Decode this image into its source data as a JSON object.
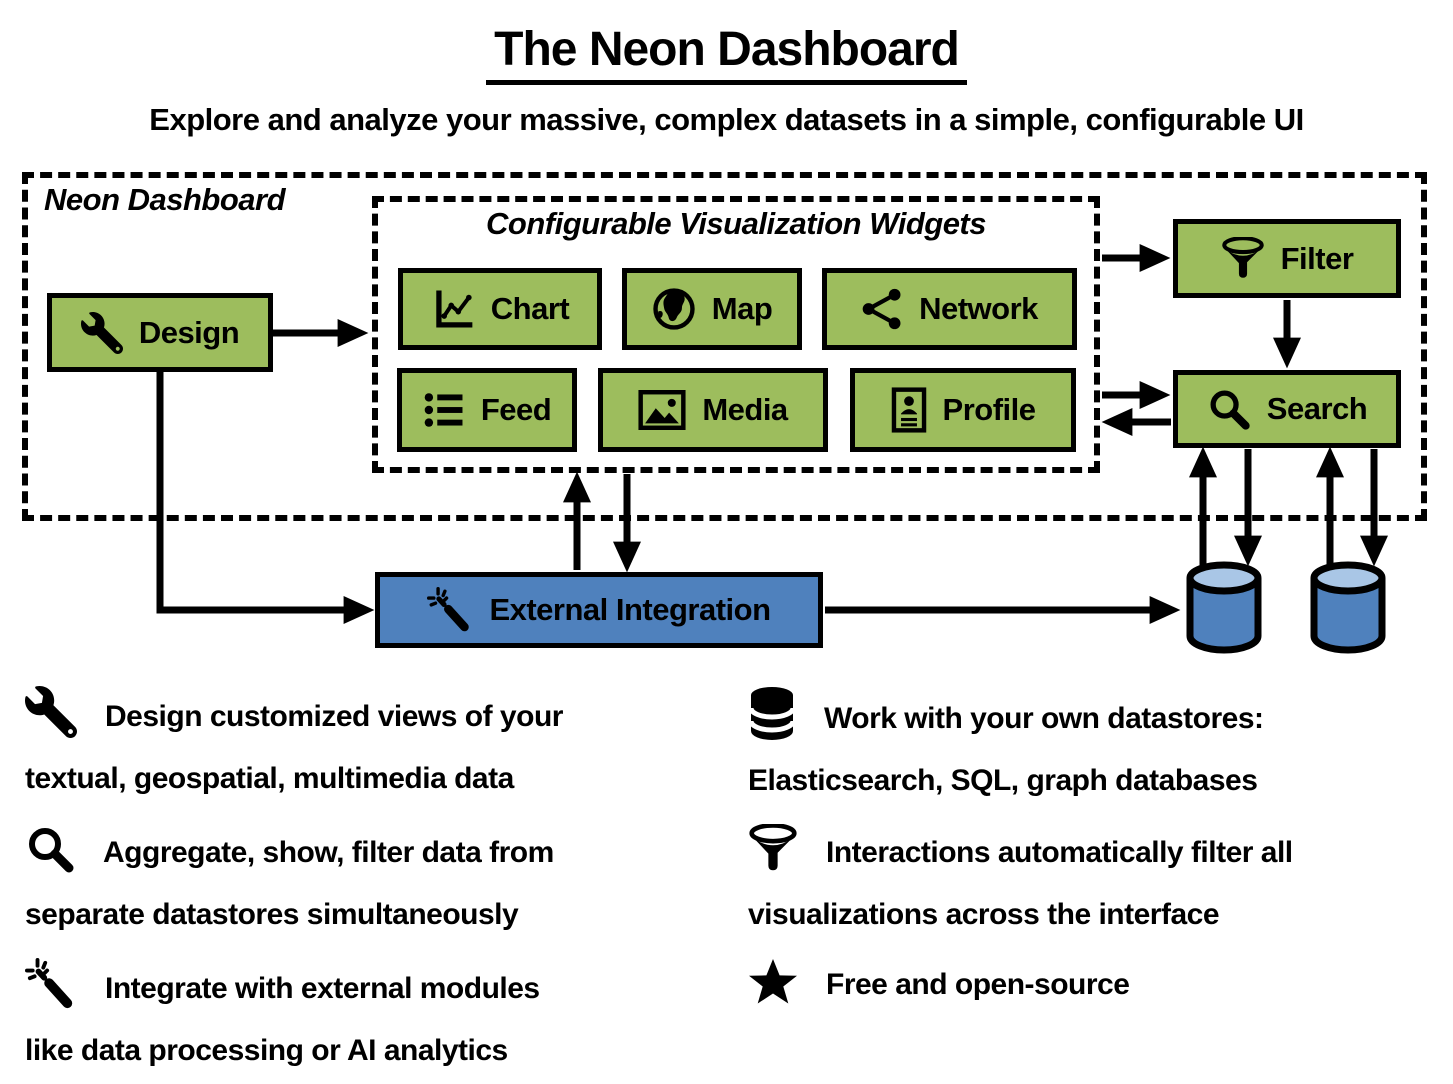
{
  "title": "The Neon Dashboard",
  "subtitle": "Explore and analyze your massive, complex datasets in a simple, configurable UI",
  "colors": {
    "widget_green": "#9dbd5d",
    "integration_blue": "#4f81bd",
    "datastore_body_blue": "#4f81bd",
    "datastore_top_blue": "#a9c6e6",
    "line_black": "#000000"
  },
  "diagram": {
    "dashboard_label": "Neon Dashboard",
    "widgets_title": "Configurable Visualization Widgets",
    "nodes": {
      "design": {
        "label": "Design",
        "icon": "wrench-icon"
      },
      "chart": {
        "label": "Chart",
        "icon": "line-chart-icon"
      },
      "map": {
        "label": "Map",
        "icon": "globe-icon"
      },
      "network": {
        "label": "Network",
        "icon": "share-icon"
      },
      "feed": {
        "label": "Feed",
        "icon": "list-icon"
      },
      "media": {
        "label": "Media",
        "icon": "image-icon"
      },
      "profile": {
        "label": "Profile",
        "icon": "id-card-icon"
      },
      "filter": {
        "label": "Filter",
        "icon": "funnel-icon"
      },
      "search": {
        "label": "Search",
        "icon": "magnifier-icon"
      },
      "external_integration": {
        "label": "External Integration",
        "icon": "magic-wand-icon"
      }
    },
    "datastores": {
      "count": 2,
      "icon": "database-cylinder-icon"
    }
  },
  "legend": {
    "left": [
      {
        "icon": "wrench-icon",
        "lines": [
          "Design customized views of your",
          "textual, geospatial, multimedia data"
        ]
      },
      {
        "icon": "magnifier-icon",
        "lines": [
          "Aggregate, show, filter data from",
          "separate datastores simultaneously"
        ]
      },
      {
        "icon": "magic-wand-icon",
        "lines": [
          "Integrate with external modules",
          "like data processing or AI analytics"
        ]
      }
    ],
    "right": [
      {
        "icon": "database-icon",
        "lines": [
          "Work with your own datastores:",
          "Elasticsearch, SQL, graph databases"
        ]
      },
      {
        "icon": "funnel-icon",
        "lines": [
          "Interactions automatically filter all",
          "visualizations across the interface"
        ]
      },
      {
        "icon": "star-icon",
        "lines": [
          "Free and open-source"
        ]
      }
    ]
  }
}
